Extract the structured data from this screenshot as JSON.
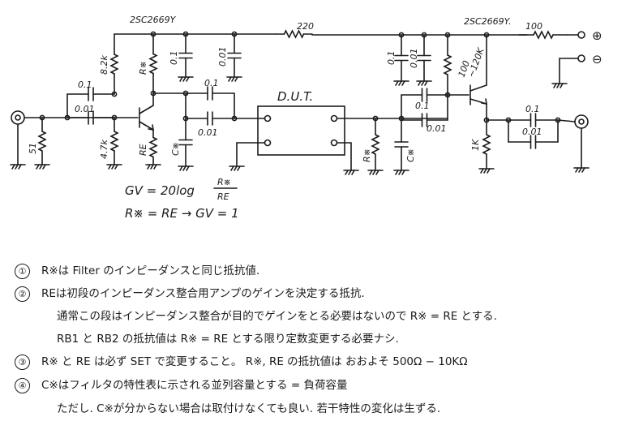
{
  "schematic": {
    "transistor1": "2SC2669Y",
    "transistor2": "2SC2669Y.",
    "supply_resistor": "220",
    "output_supply_resistor": "100",
    "r_input": "51",
    "rb1": "8.2k",
    "rb2": "4.7k",
    "r_star": "R※",
    "re": "RE",
    "c_star": "C※",
    "c_01": "0.1",
    "c_001": "0.01",
    "dut": "D.U.T.",
    "r_bias2": "100",
    "r_bias2_range": "~120K",
    "r_emitter2": "1K",
    "plus_terminal": "⊕",
    "minus_terminal": "⊖",
    "formula1_lhs": "GV = 20log",
    "formula1_num": "R※",
    "formula1_den": "RE",
    "formula2": "R※ = RE → GV = 1"
  },
  "notes": [
    {
      "num": "①",
      "text": "R※は Filter のインピーダンスと同じ抵抗値."
    },
    {
      "num": "②",
      "text": "REは初段のインピーダンス整合用アンプのゲインを決定する抵抗."
    },
    {
      "num": "",
      "text": "通常この段はインピーダンス整合が目的でゲインをとる必要はないので R※ = RE とする."
    },
    {
      "num": "",
      "text": "RB1 と RB2 の抵抗値は R※ = RE とする限り定数変更する必要ナシ."
    },
    {
      "num": "③",
      "text": "R※ と RE は必ず SET で変更すること。 R※, RE の抵抗値は おおよそ 500Ω − 10KΩ"
    },
    {
      "num": "④",
      "text": "C※はフィルタの特性表に示される並列容量とする = 負荷容量"
    },
    {
      "num": "",
      "text": "ただし. C※が分からない場合は取付けなくても良い. 若干特性の変化は生ずる."
    }
  ]
}
